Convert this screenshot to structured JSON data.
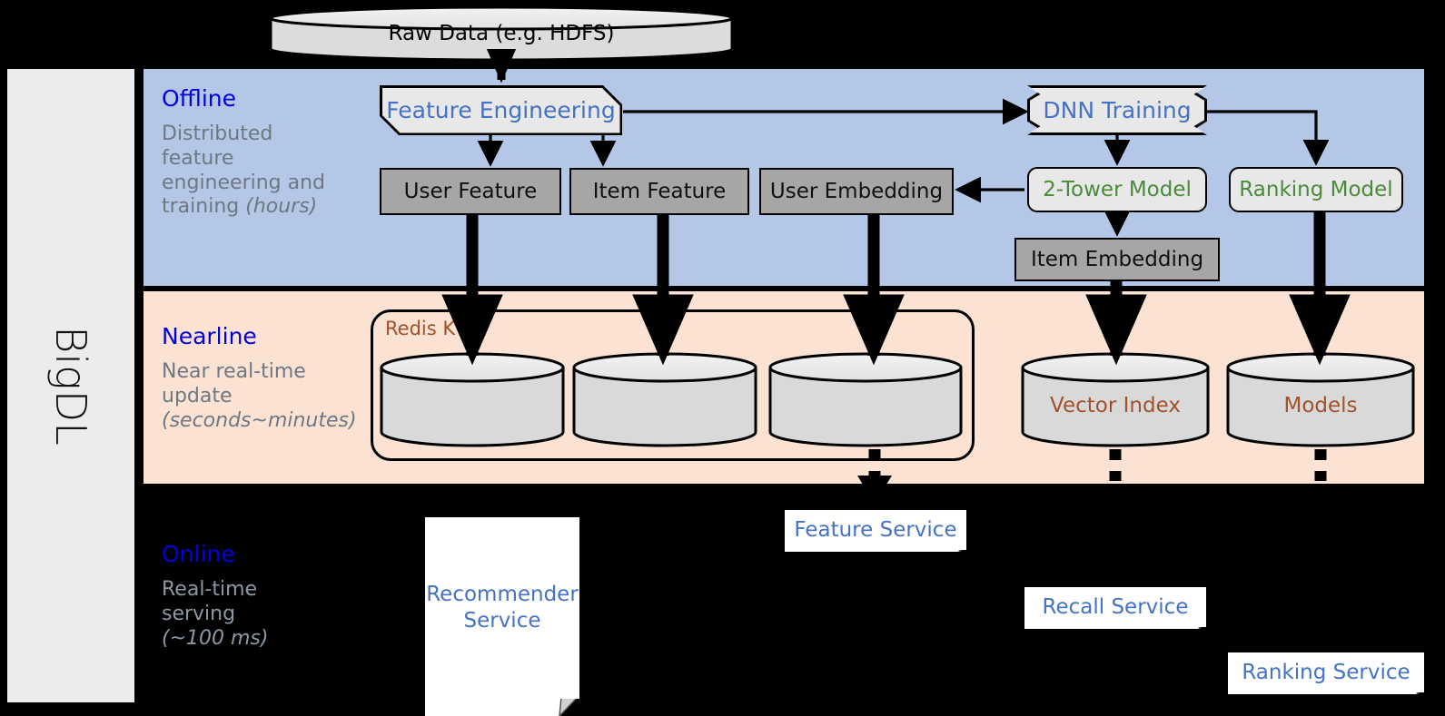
{
  "framework": {
    "name": "BigDL"
  },
  "source": {
    "label": "Raw Data (e.g. HDFS)"
  },
  "bands": [
    {
      "id": "offline",
      "title": "Offline",
      "subtitle_lines": [
        "Distributed",
        "feature",
        "engineering and",
        "training "
      ],
      "subtitle_italic": "(hours)",
      "bg": "#b4c7e7"
    },
    {
      "id": "nearline",
      "title": "Nearline",
      "subtitle_lines": [
        "Near real-time",
        "update "
      ],
      "subtitle_italic": "(seconds~minutes)",
      "bg": "#fbe2d2"
    },
    {
      "id": "online",
      "title": "Online",
      "subtitle_lines": [
        "Real-time",
        "serving "
      ],
      "subtitle_italic": "(~100 ms)",
      "bg": "#000000"
    }
  ],
  "offline": {
    "feature_engineering": {
      "label": "Feature Engineering",
      "color": "#4472c4"
    },
    "dnn_training": {
      "label": "DNN Training",
      "color": "#4472c4"
    },
    "two_tower_model": {
      "label": "2-Tower Model",
      "color": "#4a8a3a"
    },
    "ranking_model": {
      "label": "Ranking Model",
      "color": "#4a8a3a"
    },
    "user_feature": {
      "label": "User Feature"
    },
    "item_feature": {
      "label": "Item Feature"
    },
    "user_embedding": {
      "label": "User Embedding"
    },
    "item_embedding": {
      "label": "Item Embedding"
    }
  },
  "nearline": {
    "redis_kv": {
      "label": "Redis KV",
      "color": "#a0522d"
    },
    "stores": [
      {
        "label": ""
      },
      {
        "label": ""
      },
      {
        "label": ""
      }
    ],
    "vector_index": {
      "label": "Vector Index",
      "color": "#a0522d"
    },
    "models": {
      "label": "Models",
      "color": "#a0522d"
    }
  },
  "online": {
    "recommender_service": {
      "label": "Recommender Service"
    },
    "feature_service": {
      "label": "Feature Service"
    },
    "recall_service": {
      "label": "Recall Service"
    },
    "ranking_service": {
      "label": "Ranking Service"
    }
  },
  "colors": {
    "offline_bg": "#b4c7e7",
    "nearline_bg": "#fbe2d2",
    "online_bg": "#000000",
    "rail_bg": "#ececec",
    "gray_box": "#a6a6a6",
    "light_box": "#e8e8e8",
    "accent_blue": "#0000e0",
    "link_blue": "#4472c4",
    "green": "#4a8a3a",
    "brown": "#a0522d",
    "caption_gray": "#6e7882"
  }
}
